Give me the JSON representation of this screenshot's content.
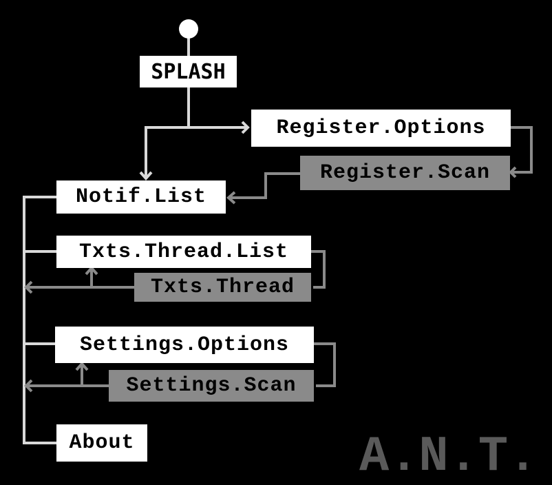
{
  "diagram": {
    "start": {
      "label": ""
    },
    "nodes": {
      "splash": "SPLASH",
      "register_options": "Register.Options",
      "register_scan": "Register.Scan",
      "notif_list": "Notif.List",
      "txts_thread_list": "Txts.Thread.List",
      "txts_thread": "Txts.Thread",
      "settings_options": "Settings.Options",
      "settings_scan": "Settings.Scan",
      "about": "About"
    },
    "colors": {
      "background": "#000000",
      "primary_box": "#ffffff",
      "secondary_box": "#8a8a8a",
      "primary_line": "#d9d9d9",
      "secondary_line": "#8a8a8a",
      "logo": "#5a5a5a"
    },
    "logo": "A.N.T."
  }
}
